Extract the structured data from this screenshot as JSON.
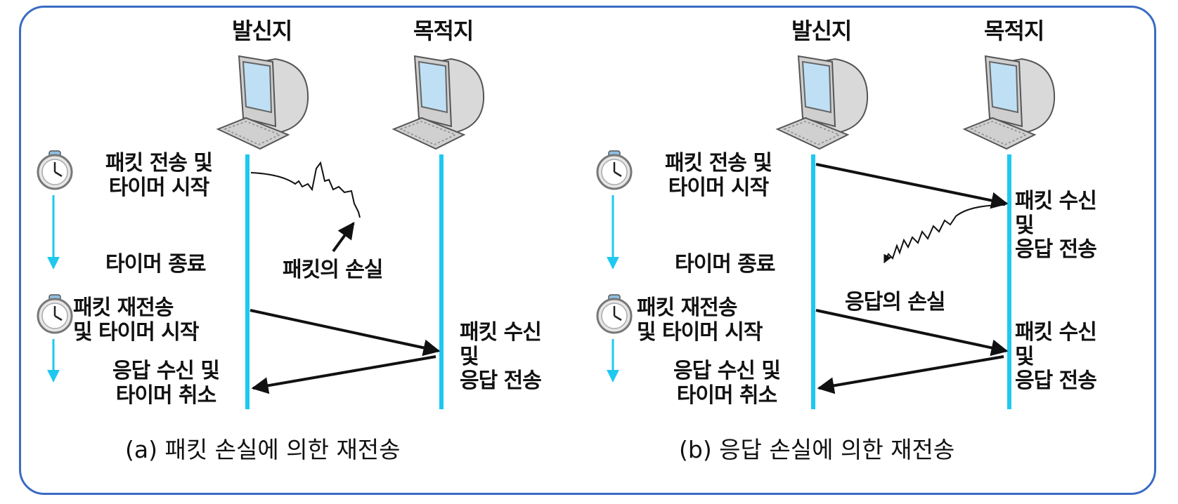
{
  "left": {
    "sender_title": "발신지",
    "dest_title": "목적지",
    "send_label": "패킷 전송 및\n타이머 시작",
    "timeout_label": "타이머 종료",
    "loss_label": "패킷의 손실",
    "resend_label": "패킷 재전송\n및 타이머 시작",
    "recv_label": "패킷 수신\n및\n응답 전송",
    "ack_label": "응답 수신 및\n타이머 취소",
    "caption": "(a) 패킷 손실에 의한 재전송"
  },
  "right": {
    "sender_title": "발신지",
    "dest_title": "목적지",
    "send_label": "패킷 전송 및\n타이머 시작",
    "recv1_label": "패킷 수신\n및\n응답 전송",
    "timeout_label": "타이머 종료",
    "loss_label": "응답의 손실",
    "resend_label": "패킷 재전송\n및 타이머 시작",
    "recv2_label": "패킷 수신\n및\n응답 전송",
    "ack_label": "응답 수신 및\n타이머 취소",
    "caption": "(b) 응답 손실에 의한 재전송"
  },
  "colors": {
    "border": "#3a6bc4",
    "timeline": "#1ec8f0",
    "arrow": "#111111",
    "timer_arrow": "#1ec8f0"
  },
  "icons": [
    "computer-icon",
    "stopwatch-icon"
  ]
}
